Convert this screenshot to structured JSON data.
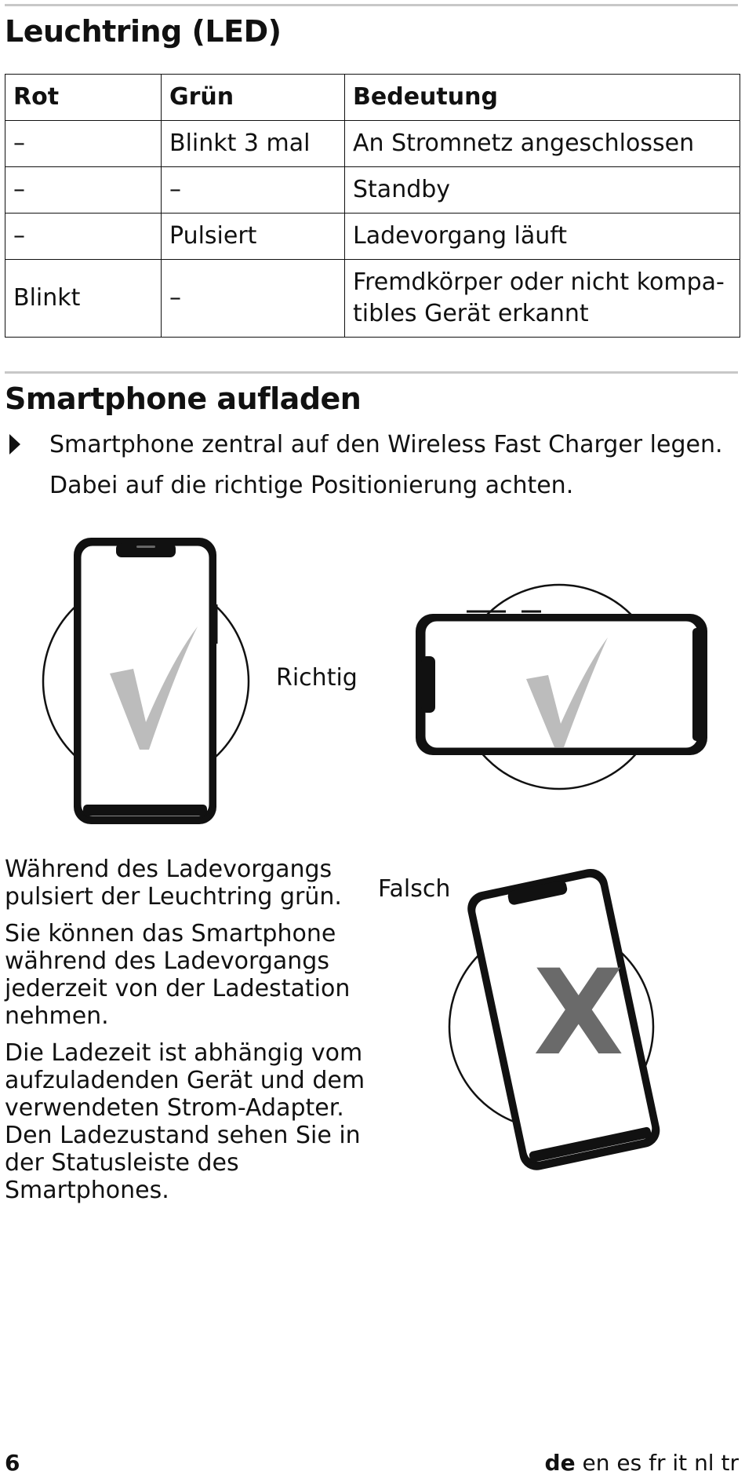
{
  "led_section": {
    "title": "Leuchtring (LED)",
    "headers": [
      "Rot",
      "Grün",
      "Bedeutung"
    ],
    "rows": [
      [
        "–",
        "Blinkt 3 mal",
        "An Stromnetz angeschlossen"
      ],
      [
        "–",
        "–",
        "Standby"
      ],
      [
        "–",
        "Pulsiert",
        "Ladevorgang läuft"
      ],
      [
        "Blinkt",
        "–",
        "Fremdkörper oder nicht kompa-tibles Gerät erkannt"
      ]
    ],
    "row4_line1": "Fremdkörper oder nicht kompa-",
    "row4_line2": "tibles Gerät erkannt"
  },
  "charge_section": {
    "title": "Smartphone aufladen",
    "bullet_line1": "Smartphone zentral auf den Wireless Fast Charger legen.",
    "bullet_line2": "Dabei auf die richtige Positionierung achten.",
    "label_correct": "Richtig",
    "label_wrong": "Falsch",
    "paragraphs": [
      "Während des Ladevorgangs pulsiert der Leuchtring grün.",
      "Sie können das Smartphone während des Ladevorgangs jederzeit von der Ladestation nehmen.",
      "Die Ladezeit ist abhängig vom aufzuladenden Gerät und dem verwendeten Strom-Adapter. Den Ladezustand sehen Sie in der Statusleiste des Smartphones."
    ],
    "icons": [
      "checkmark-icon",
      "checkmark-icon",
      "x-mark-icon"
    ]
  },
  "footer": {
    "page_number": "6",
    "languages": [
      "de",
      "en",
      "es",
      "fr",
      "it",
      "nl",
      "tr"
    ],
    "active_language": "de"
  }
}
